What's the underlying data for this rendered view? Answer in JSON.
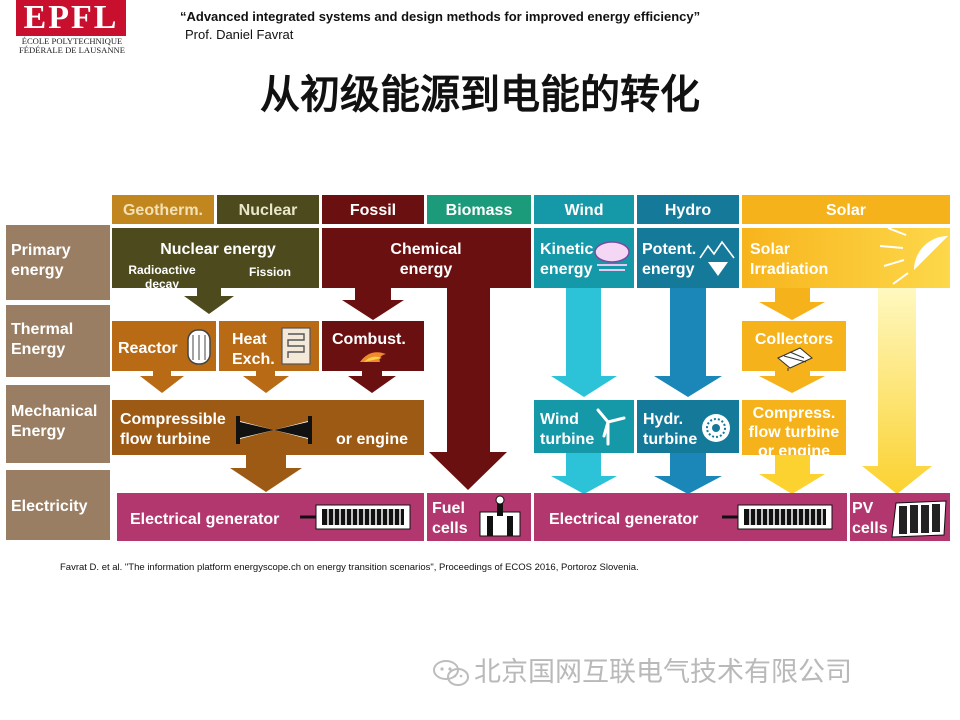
{
  "logo": {
    "mark": "EPFL",
    "line1": "ÉCOLE POLYTECHNIQUE",
    "line2": "FÉDÉRALE DE LAUSANNE"
  },
  "header": {
    "course": "“Advanced integrated systems and design methods for improved energy efficiency”",
    "author": "Prof. Daniel Favrat"
  },
  "title": "从初级能源到电能的转化",
  "diagram": {
    "sources": [
      "Geotherm.",
      "Nuclear",
      "Fossil",
      "Biomass",
      "Wind",
      "Hydro",
      "Solar"
    ],
    "rows": [
      "Primary energy",
      "Thermal Energy",
      "Mechanical Energy",
      "Electricity"
    ],
    "nuclear_energy": "Nuclear energy",
    "radioactive_decay": "Radioactive decay",
    "fission": "Fission",
    "chemical_energy": "Chemical energy",
    "kinetic_energy": "Kinetic energy",
    "potential_energy": "Potent. energy",
    "solar_irradiation": "Solar Irradiation",
    "reactor": "Reactor",
    "heat_exch": "Heat Exch.",
    "combust": "Combust.",
    "collectors": "Collectors",
    "compressible_flow_turbine": "Compressible flow turbine",
    "or_engine": "or engine",
    "wind_turbine": "Wind turbine",
    "hydr_turbine": "Hydr. turbine",
    "compress_turbine_engine": "Compress. flow turbine or engine",
    "electrical_generator_left": "Electrical generator",
    "fuel_cells": "Fuel cells",
    "electrical_generator_right": "Electrical generator",
    "pv_cells": "PV cells"
  },
  "colors": {
    "row_label": "#9a7e63",
    "geotherm": "#c2861f",
    "nuclear": "#4d4b1e",
    "fossil": "#6b1010",
    "biomass": "#1c9b7a",
    "wind": "#1598a8",
    "hydro": "#157a9a",
    "solar": "#f5b21a",
    "generator": "#b3376f",
    "mech_brown": "#9c5a14",
    "heat_orange": "#b86a14",
    "arrow_wind": "#2cc2d8",
    "arrow_hydro": "#1b86b8",
    "arrow_solar": "#fbd230"
  },
  "citation": "Favrat D. et al. \"The information platform energyscope.ch on energy transition scenarios\", Proceedings of ECOS 2016, Portoroz Slovenia.",
  "watermark": "北京国网互联电气技术有限公司",
  "icons": [
    "wechat-icon",
    "rotor-icon",
    "heat-exchanger-icon",
    "flame-icon",
    "cloud-icon",
    "mountain-water-icon",
    "sun-icon",
    "solar-collector-icon",
    "turbine-icon",
    "wind-turbine-icon",
    "hydro-turbine-icon",
    "generator-icon",
    "fuel-cell-icon",
    "pv-panel-icon"
  ]
}
